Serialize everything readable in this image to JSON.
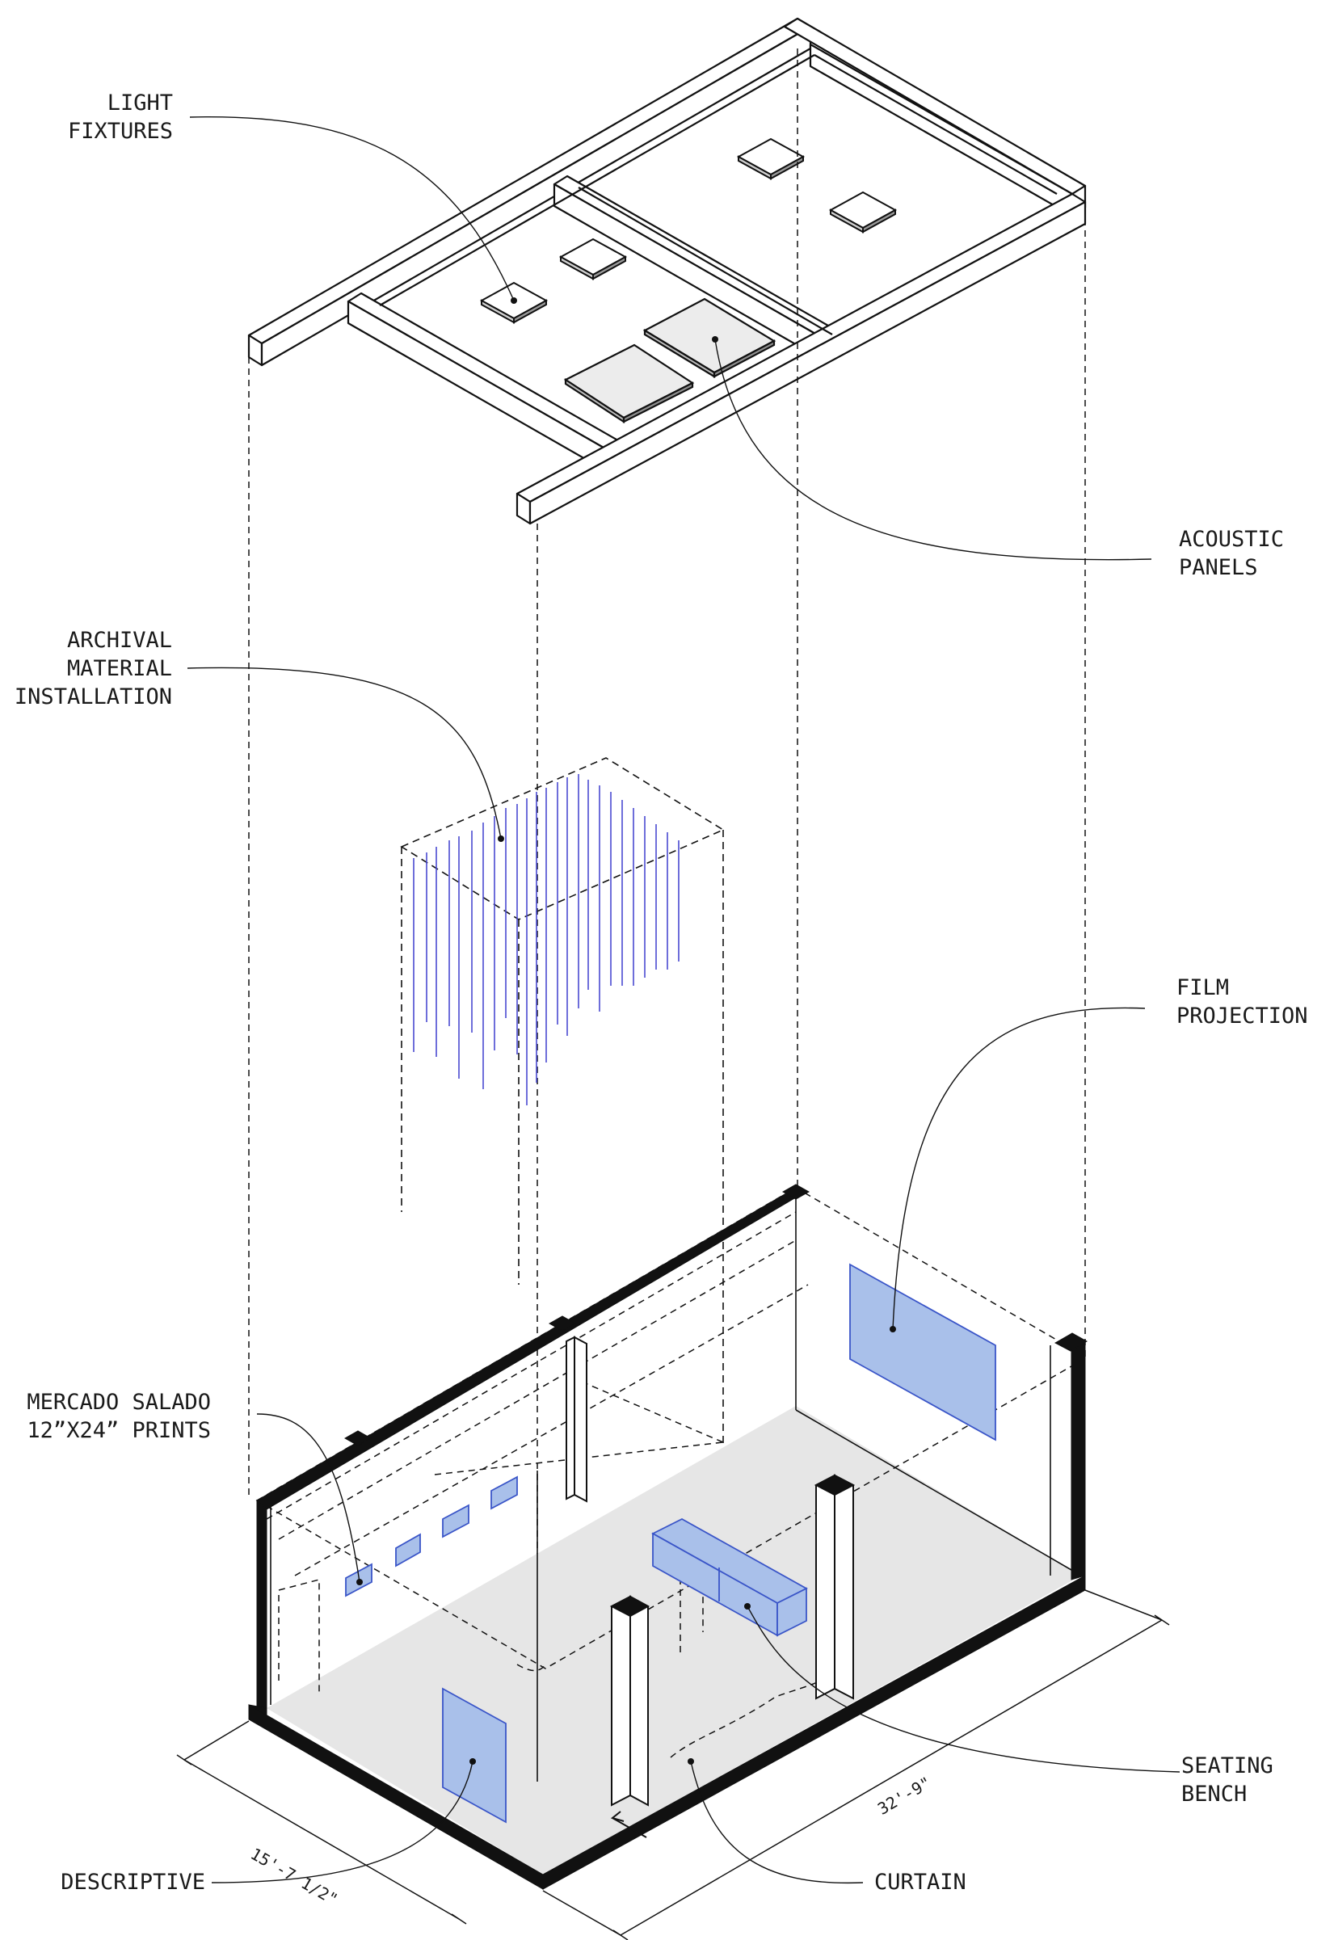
{
  "labels": {
    "light_fixtures": [
      "LIGHT",
      "FIXTURES"
    ],
    "acoustic_panels": [
      "ACOUSTIC",
      "PANELS"
    ],
    "archival": [
      "ARCHIVAL",
      "MATERIAL",
      "INSTALLATION"
    ],
    "film_projection": [
      "FILM",
      "PROJECTION"
    ],
    "mercado": [
      "MERCADO SALADO",
      "12”X24” PRINTS"
    ],
    "seating_bench": [
      "SEATING",
      "BENCH"
    ],
    "descriptive": "DESCRIPTIVE",
    "curtain": "CURTAIN"
  },
  "dimensions": {
    "width": "15'-7 1/2\"",
    "length": "32'-9\""
  },
  "colors": {
    "line": "#111111",
    "highlight_fill": "#a9c0ea",
    "highlight_stroke": "#3a55c8",
    "floor": "#e6e6e6",
    "string": "#4a4ad0"
  }
}
